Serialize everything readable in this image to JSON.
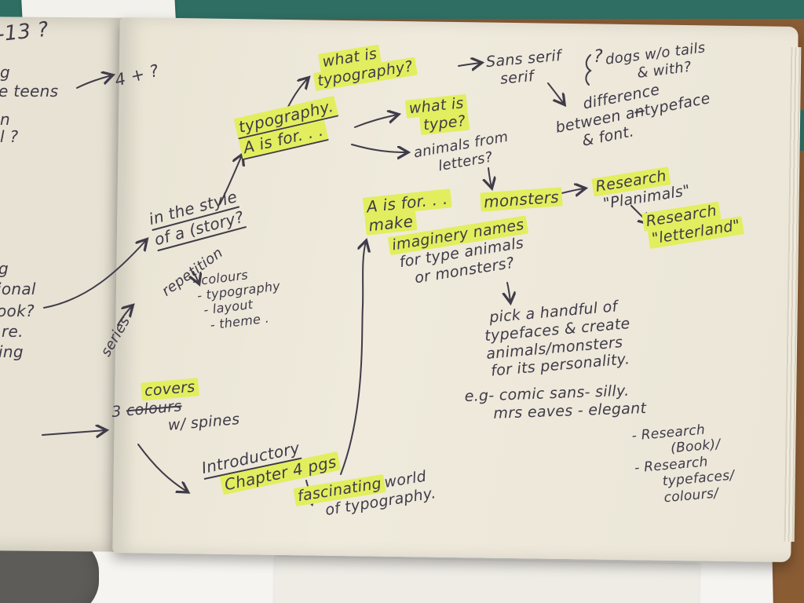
{
  "colors": {
    "ink": "#3f3b49",
    "highlight": "#e2ee5e",
    "page_cream": "#ece7d9",
    "shelf_teal": "#2e6e63",
    "wood": "#8a5c34",
    "paper_white": "#f5f3ef"
  },
  "left_page": {
    "fragments": [
      "-13 ?",
      "g",
      "e teens",
      "n",
      "l ?",
      "g",
      "ional",
      "ook?",
      "re.",
      "ing"
    ]
  },
  "map": {
    "four_plus": "4 + ?",
    "what_is_typography": [
      "what is",
      "typography?"
    ],
    "sans_serif": [
      "Sans serif",
      "serif"
    ],
    "brace_q": "?",
    "dogs": [
      "dogs w/o tails",
      "& with?"
    ],
    "difference": {
      "l1": "difference",
      "l2a": "between a",
      "l2b": "n",
      "l2c": " typeface",
      "l3": "& font."
    },
    "typography_a": [
      "typography.",
      "A is for. . ."
    ],
    "what_is_type": [
      "what is",
      "type?"
    ],
    "animals_letters": [
      "animals from",
      "letters?"
    ],
    "in_the_style": [
      "in the style",
      "of a (story?"
    ],
    "repetition": "repetition",
    "series": "series",
    "design_list": [
      "- colours",
      "- typography",
      "- layout",
      "- theme ."
    ],
    "a_is_for_make": [
      "A is for. . .",
      "make"
    ],
    "monsters": "monsters",
    "research_planimals": [
      "Research",
      "\"Planimals\""
    ],
    "research_letterland": [
      "Research",
      "\"letterland\""
    ],
    "imaginary": {
      "hl": "imaginery names",
      "l2": "for type animals",
      "l3": "or monsters?"
    },
    "pick": [
      "pick a handful of",
      "typefaces & create",
      "animals/monsters",
      "for its personality."
    ],
    "examples": [
      "e.g- comic sans- silly.",
      "mrs eaves - elegant"
    ],
    "research_side": [
      "- Research",
      "(Book)/",
      "- Research",
      "typefaces/",
      "colours/"
    ],
    "covers": "covers",
    "three": "3",
    "colours_struck": "colours",
    "w_spines": "w/ spines",
    "introductory": "Introductory",
    "chapter": "Chapter 4 pgs",
    "fascinating": {
      "hl": "fascinating",
      "rest": " world",
      "l2": "of typography."
    }
  }
}
